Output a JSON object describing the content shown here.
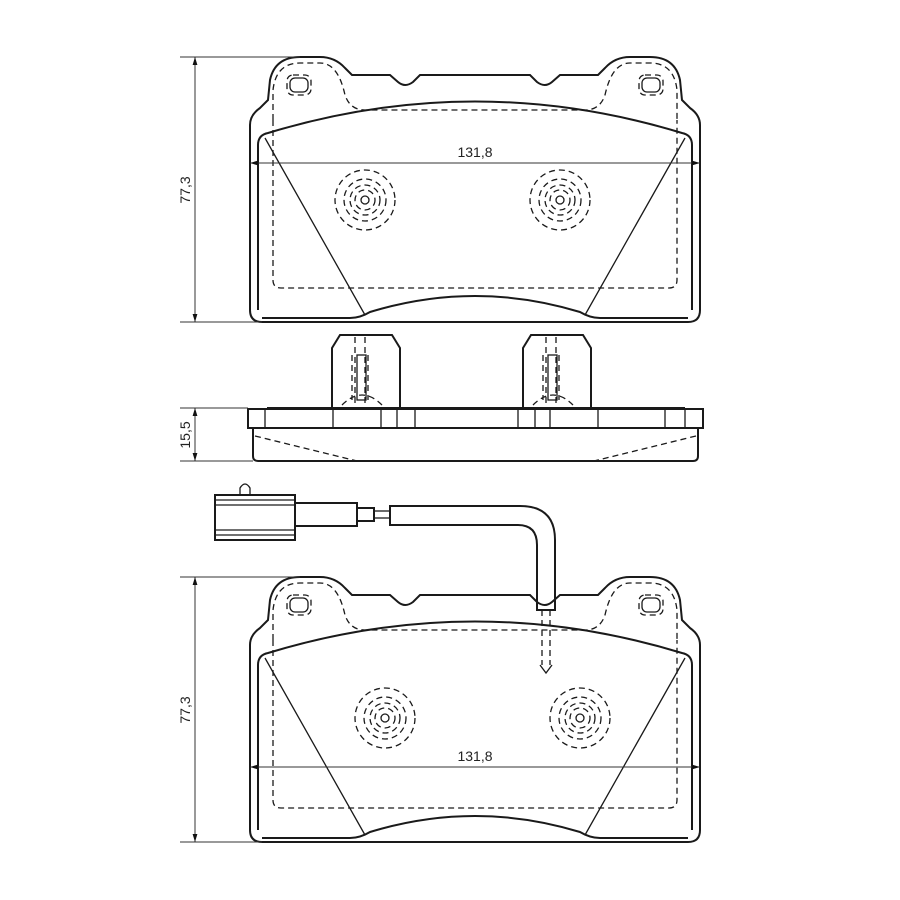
{
  "title": "Brake pad set technical drawing",
  "dimensions": {
    "top_pad_height": "77,3",
    "top_pad_width": "131,8",
    "thickness": "15,5",
    "bottom_pad_height": "77,3",
    "bottom_pad_width": "131,8"
  },
  "colors": {
    "line": "#1a1a1a",
    "background": "#ffffff"
  }
}
